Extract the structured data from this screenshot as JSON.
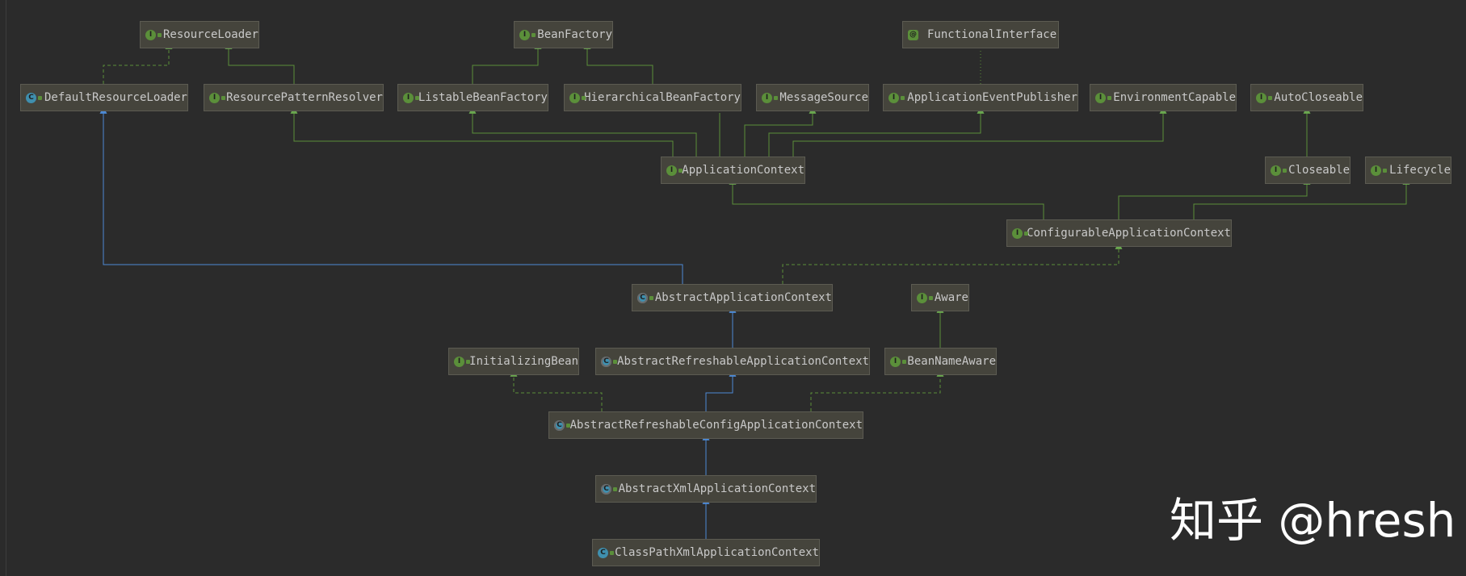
{
  "nodes": [
    {
      "id": "ResourceLoader",
      "label": "ResourceLoader",
      "kind": "interface"
    },
    {
      "id": "BeanFactory",
      "label": "BeanFactory",
      "kind": "interface"
    },
    {
      "id": "FunctionalInterface",
      "label": "FunctionalInterface",
      "kind": "annotation"
    },
    {
      "id": "DefaultResourceLoader",
      "label": "DefaultResourceLoader",
      "kind": "class"
    },
    {
      "id": "ResourcePatternResolver",
      "label": "ResourcePatternResolver",
      "kind": "interface"
    },
    {
      "id": "ListableBeanFactory",
      "label": "ListableBeanFactory",
      "kind": "interface"
    },
    {
      "id": "HierarchicalBeanFactory",
      "label": "HierarchicalBeanFactory",
      "kind": "interface"
    },
    {
      "id": "MessageSource",
      "label": "MessageSource",
      "kind": "interface"
    },
    {
      "id": "ApplicationEventPublisher",
      "label": "ApplicationEventPublisher",
      "kind": "interface"
    },
    {
      "id": "EnvironmentCapable",
      "label": "EnvironmentCapable",
      "kind": "interface"
    },
    {
      "id": "AutoCloseable",
      "label": "AutoCloseable",
      "kind": "interface"
    },
    {
      "id": "ApplicationContext",
      "label": "ApplicationContext",
      "kind": "interface"
    },
    {
      "id": "Closeable",
      "label": "Closeable",
      "kind": "interface"
    },
    {
      "id": "Lifecycle",
      "label": "Lifecycle",
      "kind": "interface"
    },
    {
      "id": "ConfigurableApplicationContext",
      "label": "ConfigurableApplicationContext",
      "kind": "interface"
    },
    {
      "id": "AbstractApplicationContext",
      "label": "AbstractApplicationContext",
      "kind": "abstract"
    },
    {
      "id": "Aware",
      "label": "Aware",
      "kind": "interface"
    },
    {
      "id": "InitializingBean",
      "label": "InitializingBean",
      "kind": "interface"
    },
    {
      "id": "AbstractRefreshableApplicationContext",
      "label": "AbstractRefreshableApplicationContext",
      "kind": "abstract"
    },
    {
      "id": "BeanNameAware",
      "label": "BeanNameAware",
      "kind": "interface"
    },
    {
      "id": "AbstractRefreshableConfigApplicationContext",
      "label": "AbstractRefreshableConfigApplicationContext",
      "kind": "abstract"
    },
    {
      "id": "AbstractXmlApplicationContext",
      "label": "AbstractXmlApplicationContext",
      "kind": "abstract"
    },
    {
      "id": "ClassPathXmlApplicationContext",
      "label": "ClassPathXmlApplicationContext",
      "kind": "class"
    }
  ],
  "edges": [
    {
      "from": "DefaultResourceLoader",
      "to": "ResourceLoader",
      "type": "implements"
    },
    {
      "from": "ResourcePatternResolver",
      "to": "ResourceLoader",
      "type": "extends-interface"
    },
    {
      "from": "ListableBeanFactory",
      "to": "BeanFactory",
      "type": "extends-interface"
    },
    {
      "from": "HierarchicalBeanFactory",
      "to": "BeanFactory",
      "type": "extends-interface"
    },
    {
      "from": "ApplicationEventPublisher",
      "to": "FunctionalInterface",
      "type": "annotated"
    },
    {
      "from": "ApplicationContext",
      "to": "ResourcePatternResolver",
      "type": "extends-interface"
    },
    {
      "from": "ApplicationContext",
      "to": "ListableBeanFactory",
      "type": "extends-interface"
    },
    {
      "from": "ApplicationContext",
      "to": "HierarchicalBeanFactory",
      "type": "extends-interface"
    },
    {
      "from": "ApplicationContext",
      "to": "MessageSource",
      "type": "extends-interface"
    },
    {
      "from": "ApplicationContext",
      "to": "ApplicationEventPublisher",
      "type": "extends-interface"
    },
    {
      "from": "ApplicationContext",
      "to": "EnvironmentCapable",
      "type": "extends-interface"
    },
    {
      "from": "Closeable",
      "to": "AutoCloseable",
      "type": "extends-interface"
    },
    {
      "from": "ConfigurableApplicationContext",
      "to": "ApplicationContext",
      "type": "extends-interface"
    },
    {
      "from": "ConfigurableApplicationContext",
      "to": "Closeable",
      "type": "extends-interface"
    },
    {
      "from": "ConfigurableApplicationContext",
      "to": "Lifecycle",
      "type": "extends-interface"
    },
    {
      "from": "AbstractApplicationContext",
      "to": "DefaultResourceLoader",
      "type": "extends"
    },
    {
      "from": "AbstractApplicationContext",
      "to": "ConfigurableApplicationContext",
      "type": "implements"
    },
    {
      "from": "BeanNameAware",
      "to": "Aware",
      "type": "extends-interface"
    },
    {
      "from": "AbstractRefreshableApplicationContext",
      "to": "AbstractApplicationContext",
      "type": "extends"
    },
    {
      "from": "AbstractRefreshableConfigApplicationContext",
      "to": "InitializingBean",
      "type": "implements"
    },
    {
      "from": "AbstractRefreshableConfigApplicationContext",
      "to": "AbstractRefreshableApplicationContext",
      "type": "extends"
    },
    {
      "from": "AbstractRefreshableConfigApplicationContext",
      "to": "BeanNameAware",
      "type": "implements"
    },
    {
      "from": "AbstractXmlApplicationContext",
      "to": "AbstractRefreshableConfigApplicationContext",
      "type": "extends"
    },
    {
      "from": "ClassPathXmlApplicationContext",
      "to": "AbstractXmlApplicationContext",
      "type": "extends"
    }
  ],
  "icons": {
    "interface": "interface-icon",
    "annotation": "annotation-icon",
    "class": "class-icon",
    "abstract": "abstract-class-icon"
  },
  "colors": {
    "background": "#2b2b2b",
    "node_fill": "#45443c",
    "interface_edge": "#5b8f3a",
    "class_edge": "#4d8ad6"
  },
  "watermark": "知乎 @hresh"
}
